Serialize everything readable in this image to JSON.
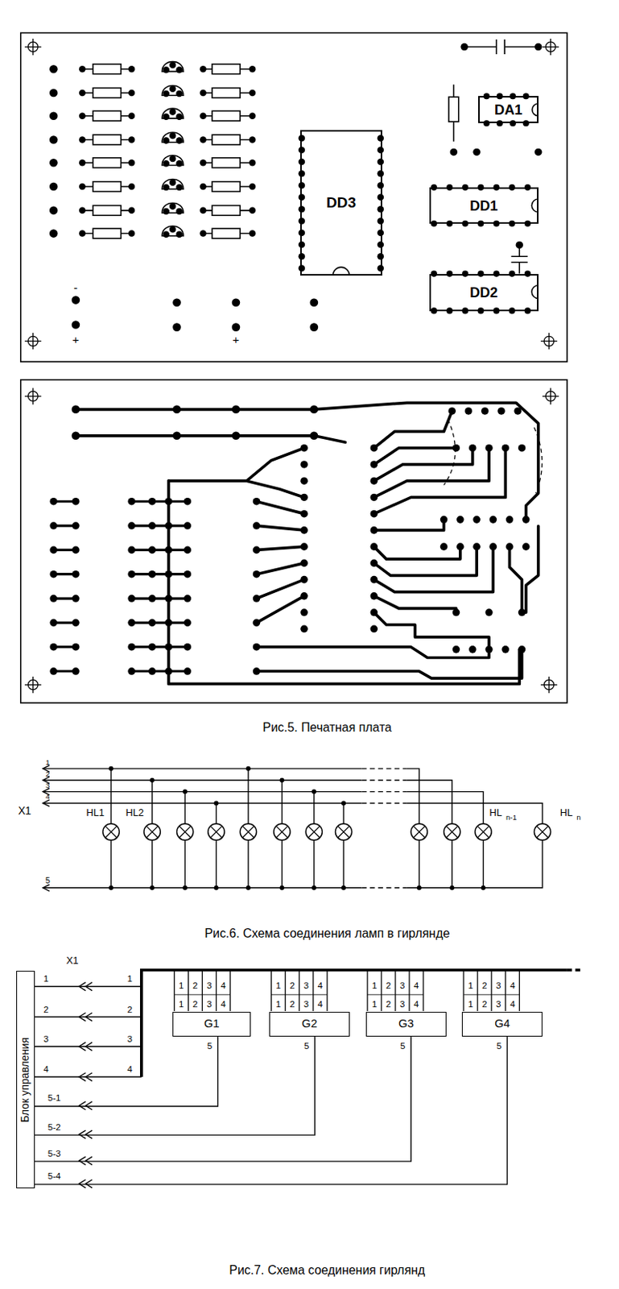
{
  "diagram": {
    "nodes": [
      {
        "text": [
          "DA1"
        ]
      },
      {
        "text": [
          "DD3"
        ]
      },
      {
        "text": [
          "DD1"
        ]
      },
      {
        "text": [
          "DD2"
        ]
      },
      {
        "text": [
          "Блок управления"
        ]
      },
      {
        "text": [
          "G1"
        ]
      },
      {
        "text": [
          "G2"
        ]
      },
      {
        "text": [
          "G3"
        ]
      },
      {
        "text": [
          "G4"
        ]
      }
    ],
    "edges": [
      {
        "from": 4,
        "to": 5,
        "arrow": "none"
      },
      {
        "from": 4,
        "to": 6,
        "arrow": "none"
      },
      {
        "from": 4,
        "to": 7,
        "arrow": "none"
      },
      {
        "from": 4,
        "to": 8,
        "arrow": "none"
      }
    ],
    "labels": [
      "-",
      "+",
      "+",
      "Рис.5. Печатная плата",
      "1",
      "2",
      "3",
      "4",
      "X1",
      "HL1",
      "HL2",
      "HL",
      "n-1",
      "HL",
      "n",
      "5",
      "Рис.6. Схема соединения ламп в гирлянде",
      "X1",
      "1",
      "2",
      "3",
      "4",
      "5-1",
      "5-2",
      "5-3",
      "5-4",
      "1",
      "2",
      "3",
      "4",
      "1",
      "2",
      "3",
      "4",
      "1",
      "2",
      "3",
      "4",
      "5",
      "1",
      "2",
      "3",
      "4",
      "1",
      "2",
      "3",
      "4",
      "5",
      "1",
      "2",
      "3",
      "4",
      "1",
      "2",
      "3",
      "4",
      "5",
      "1",
      "2",
      "3",
      "4",
      "1",
      "2",
      "3",
      "4",
      "5",
      "Рис.7. Схема соединения гирлянд"
    ]
  }
}
